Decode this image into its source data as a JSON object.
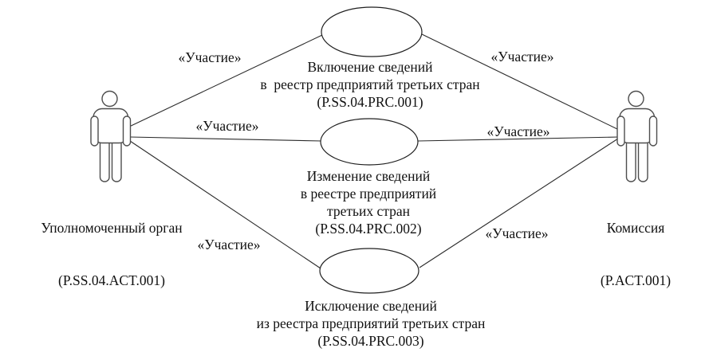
{
  "diagram": {
    "type": "uml-use-case",
    "colors": {
      "background": "#ffffff",
      "line": "#2b2b2b",
      "text": "#111111",
      "actor_stroke": "#4d4d4d",
      "shape_fill": "#ffffff"
    },
    "actors": [
      {
        "name": "Уполномоченный орган",
        "code": "(P.SS.04.ACT.001)"
      },
      {
        "name": "Комиссия",
        "code": "(P.ACT.001)"
      }
    ],
    "use_cases": [
      {
        "text": "Включение сведений\nв  реестр предприятий третьих стран\n(P.SS.04.PRC.001)"
      },
      {
        "text": "Изменение сведений\nв реестре предприятий\nтретьих стран\n(P.SS.04.PRC.002)"
      },
      {
        "text": "Исключение сведений\nиз реестра предприятий третьих стран\n(P.SS.04.PRC.003)"
      }
    ],
    "connections": [
      {
        "from": "Уполномоченный орган",
        "to": "P.SS.04.PRC.001",
        "label": "«Участие»"
      },
      {
        "from": "Уполномоченный орган",
        "to": "P.SS.04.PRC.002",
        "label": "«Участие»"
      },
      {
        "from": "Уполномоченный орган",
        "to": "P.SS.04.PRC.003",
        "label": "«Участие»"
      },
      {
        "from": "Комиссия",
        "to": "P.SS.04.PRC.001",
        "label": "«Участие»"
      },
      {
        "from": "Комиссия",
        "to": "P.SS.04.PRC.002",
        "label": "«Участие»"
      },
      {
        "from": "Комиссия",
        "to": "P.SS.04.PRC.003",
        "label": "«Участие»"
      }
    ]
  }
}
